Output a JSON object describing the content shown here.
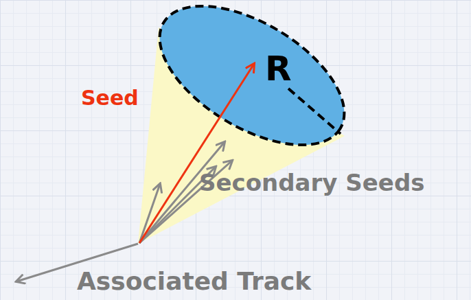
{
  "diagram": {
    "nodes": [
      {
        "text": [
          "R"
        ]
      }
    ],
    "labels": [
      "Seed",
      "Secondary Seeds",
      "Associated Track"
    ]
  }
}
